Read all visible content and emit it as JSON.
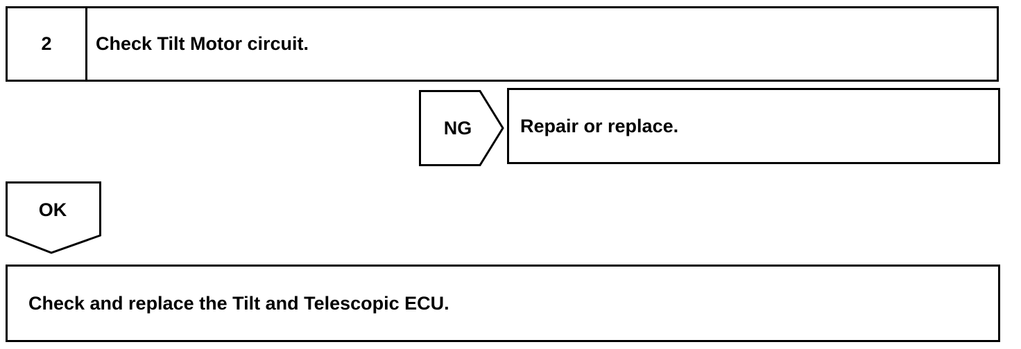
{
  "step": {
    "number": "2",
    "title": "Check Tilt Motor circuit."
  },
  "ng_branch": {
    "label": "NG",
    "action": "Repair or replace."
  },
  "ok_branch": {
    "label": "OK",
    "action": "Check and replace the Tilt and Telescopic ECU."
  }
}
